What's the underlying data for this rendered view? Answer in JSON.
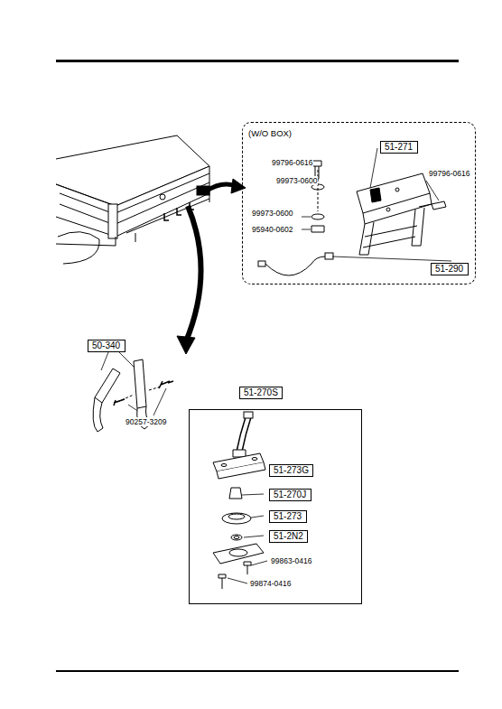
{
  "diagram": {
    "nodes": [
      {
        "text": [
          "(W/O BOX)"
        ]
      },
      {
        "text": [
          "51-271"
        ],
        "in": 0
      },
      {
        "text": [
          "51-290"
        ],
        "in": 0
      },
      {
        "text": [
          "50-340"
        ]
      },
      {
        "text": [
          "51-270S"
        ]
      },
      {
        "text": [
          "51-273G"
        ],
        "in": 4
      },
      {
        "text": [
          "51-270J"
        ],
        "in": 4
      },
      {
        "text": [
          "51-273"
        ],
        "in": 4
      },
      {
        "text": [
          "51-2N2"
        ],
        "in": 4
      }
    ],
    "labels": [
      "99796-0616",
      "99973-0600",
      "99796-0616",
      "99973-0600",
      "95940-0602",
      "90257-3209",
      "99863-0416",
      "99874-0416"
    ]
  }
}
